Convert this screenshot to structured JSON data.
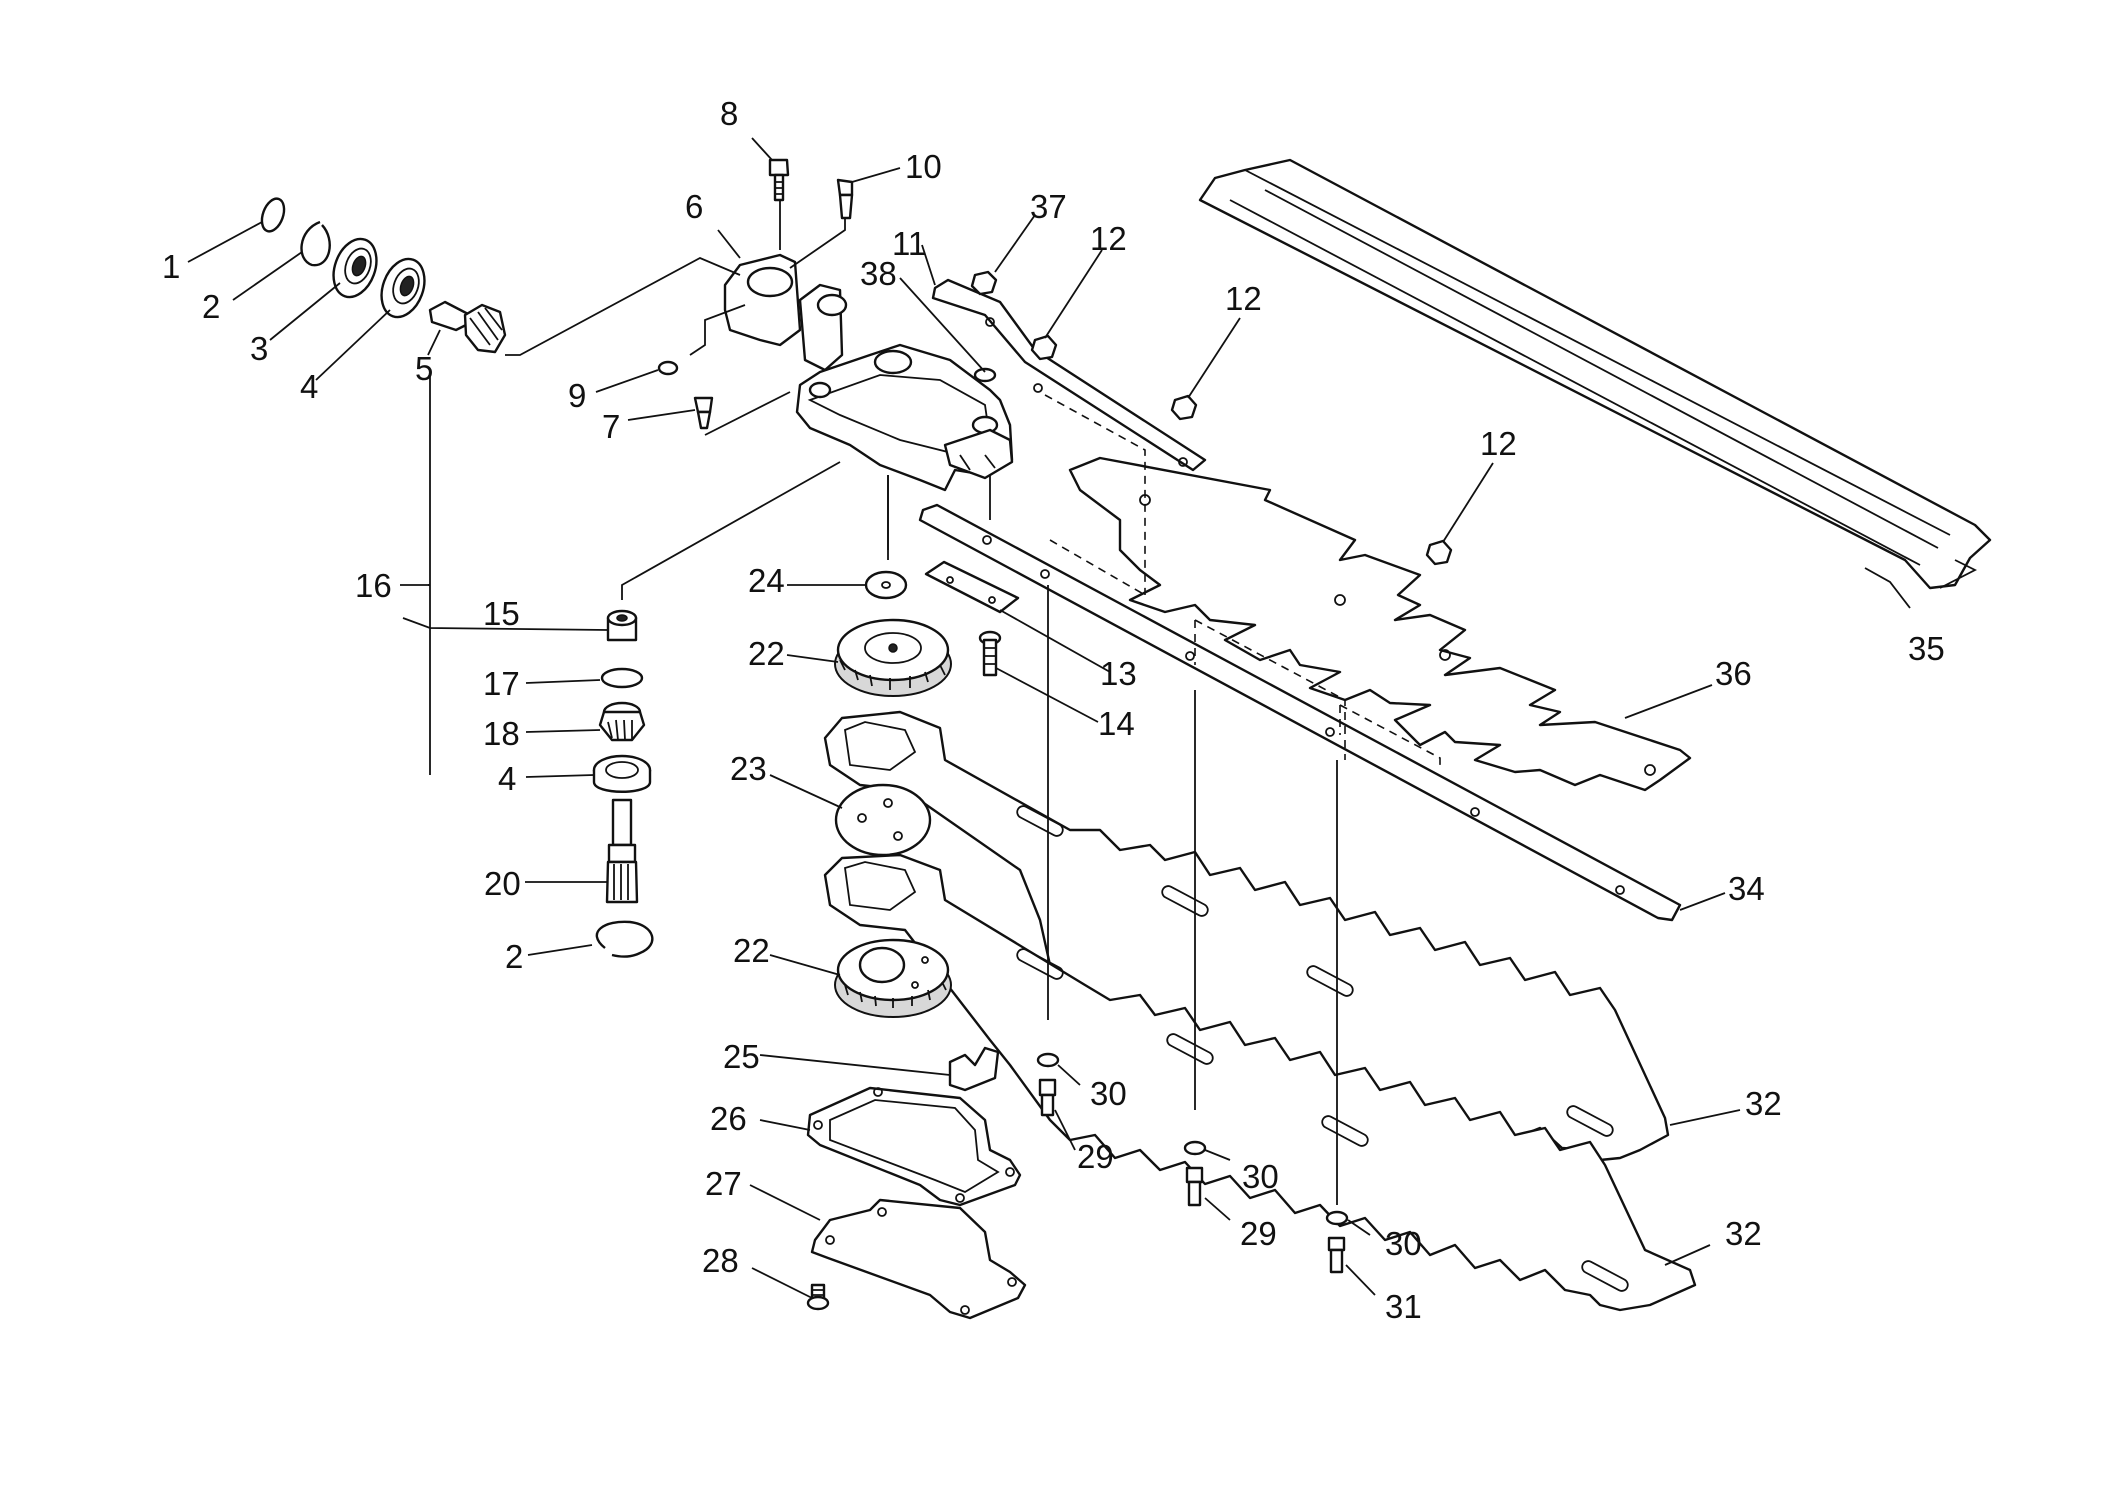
{
  "callouts": {
    "c1": "1",
    "c2": "2",
    "c2b": "2",
    "c3": "3",
    "c4": "4",
    "c4b": "4",
    "c5": "5",
    "c6": "6",
    "c7": "7",
    "c8": "8",
    "c9": "9",
    "c10": "10",
    "c11": "11",
    "c12a": "12",
    "c12b": "12",
    "c12c": "12",
    "c13": "13",
    "c14": "14",
    "c15": "15",
    "c16": "16",
    "c17": "17",
    "c18": "18",
    "c20": "20",
    "c22a": "22",
    "c22b": "22",
    "c23": "23",
    "c24": "24",
    "c25": "25",
    "c26": "26",
    "c27": "27",
    "c28": "28",
    "c29a": "29",
    "c29b": "29",
    "c30a": "30",
    "c30b": "30",
    "c30c": "30",
    "c31": "31",
    "c32a": "32",
    "c32b": "32",
    "c34": "34",
    "c35": "35",
    "c36": "36",
    "c37": "37",
    "c38": "38"
  }
}
